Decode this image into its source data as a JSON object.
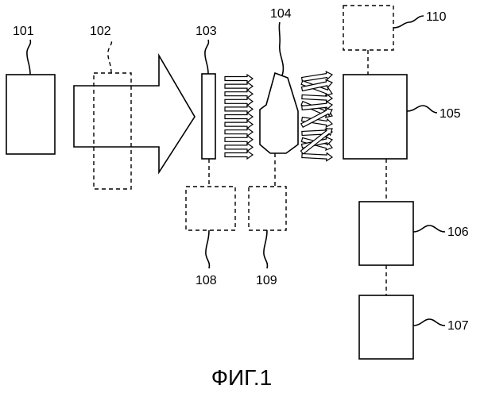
{
  "labels": {
    "l101": "101",
    "l102": "102",
    "l103": "103",
    "l104": "104",
    "l105": "105",
    "l106": "106",
    "l107": "107",
    "l108": "108",
    "l109": "109",
    "l110": "110"
  },
  "caption": "ФИГ.1"
}
